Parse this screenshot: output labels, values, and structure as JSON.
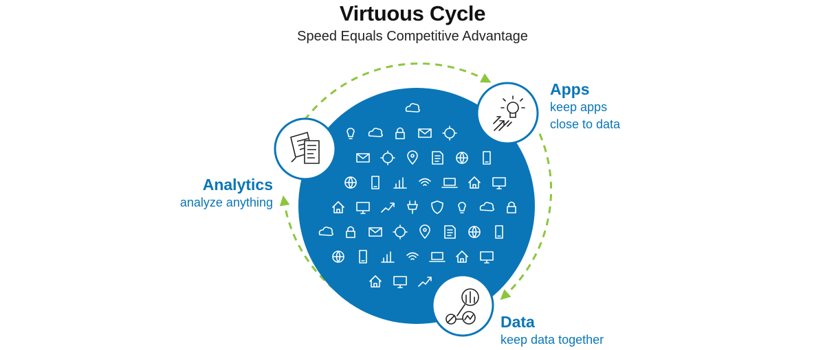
{
  "header": {
    "title": "Virtuous Cycle",
    "subtitle": "Speed Equals Competitive Advantage"
  },
  "nodes": {
    "apps": {
      "title": "Apps",
      "line1": "keep apps",
      "line2": "close to data"
    },
    "analytics": {
      "title": "Analytics",
      "line1": "analyze anything"
    },
    "data": {
      "title": "Data",
      "line1": "keep data together"
    }
  },
  "colors": {
    "circle_fill": "#0a76b7",
    "accent_text": "#0a76b7",
    "cycle_arrow": "#8cc63f",
    "icon_stroke": "#ffffff",
    "node_icon_stroke": "#222222"
  }
}
